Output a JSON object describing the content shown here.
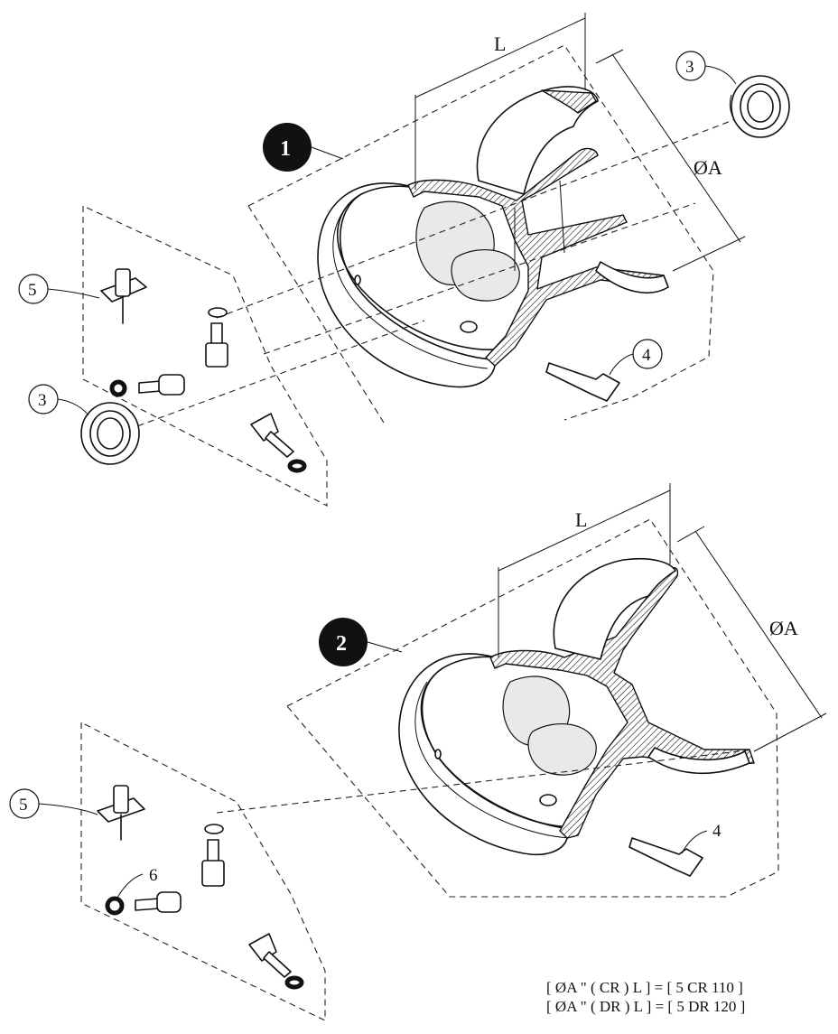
{
  "badges": {
    "hub1": "1",
    "hub2": "2"
  },
  "callouts": {
    "bearing_top_right": "3",
    "bearing_left": "3",
    "stud_top": "4",
    "stud_bottom": "4",
    "valve_top": "5",
    "valve_bottom": "5",
    "oring_bottom": "6"
  },
  "dimensions": {
    "length_top": "L",
    "diameter_top": "ØA",
    "length_bottom": "L",
    "diameter_bottom": "ØA"
  },
  "notes": [
    "[ ØA \" ( CR ) L ] = [ 5 CR 110 ]",
    "[ ØA \" ( DR ) L ] = [ 5 DR 120 ]"
  ]
}
